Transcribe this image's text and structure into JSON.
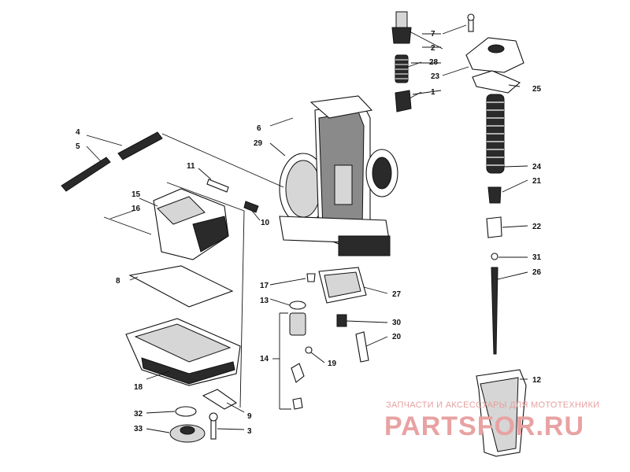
{
  "parts": [
    {
      "num": "1"
    },
    {
      "num": "2"
    },
    {
      "num": "3"
    },
    {
      "num": "4"
    },
    {
      "num": "5"
    },
    {
      "num": "6"
    },
    {
      "num": "7"
    },
    {
      "num": "8"
    },
    {
      "num": "9"
    },
    {
      "num": "10"
    },
    {
      "num": "11"
    },
    {
      "num": "12"
    },
    {
      "num": "13"
    },
    {
      "num": "14"
    },
    {
      "num": "15"
    },
    {
      "num": "16"
    },
    {
      "num": "17"
    },
    {
      "num": "18"
    },
    {
      "num": "19"
    },
    {
      "num": "20"
    },
    {
      "num": "21"
    },
    {
      "num": "22"
    },
    {
      "num": "23"
    },
    {
      "num": "24"
    },
    {
      "num": "25"
    },
    {
      "num": "26"
    },
    {
      "num": "27"
    },
    {
      "num": "28"
    },
    {
      "num": "29"
    },
    {
      "num": "30"
    },
    {
      "num": "31"
    },
    {
      "num": "32"
    },
    {
      "num": "33"
    }
  ],
  "watermark": {
    "tagline": "ЗАПЧАСТИ И АКСЕССУАРЫ ДЛЯ МОТОТЕХНИКИ",
    "brand": "PARTSFOR.RU",
    "color": "#e8a2a2"
  }
}
